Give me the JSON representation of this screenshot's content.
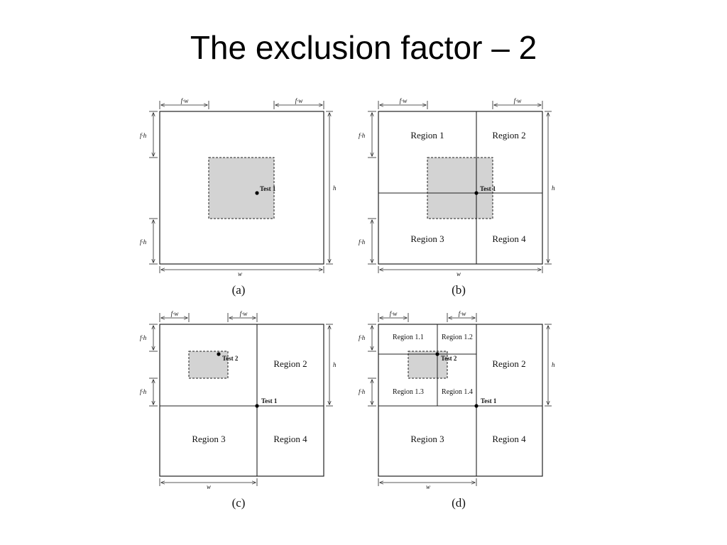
{
  "title": "The exclusion factor – 2",
  "labels": {
    "fw": "f·w",
    "fh": "f·h",
    "w": "w",
    "h": "h",
    "test1": "Test 1",
    "test2": "Test 2"
  },
  "captions": {
    "a": "(a)",
    "b": "(b)",
    "c": "(c)",
    "d": "(d)"
  },
  "regions": {
    "r1": "Region 1",
    "r2": "Region 2",
    "r3": "Region 3",
    "r4": "Region 4",
    "r11": "Region 1.1",
    "r12": "Region 1.2",
    "r13": "Region 1.3",
    "r14": "Region 1.4"
  },
  "colors": {
    "exclusion_fill": "#d3d3d3",
    "stroke": "#222222"
  }
}
